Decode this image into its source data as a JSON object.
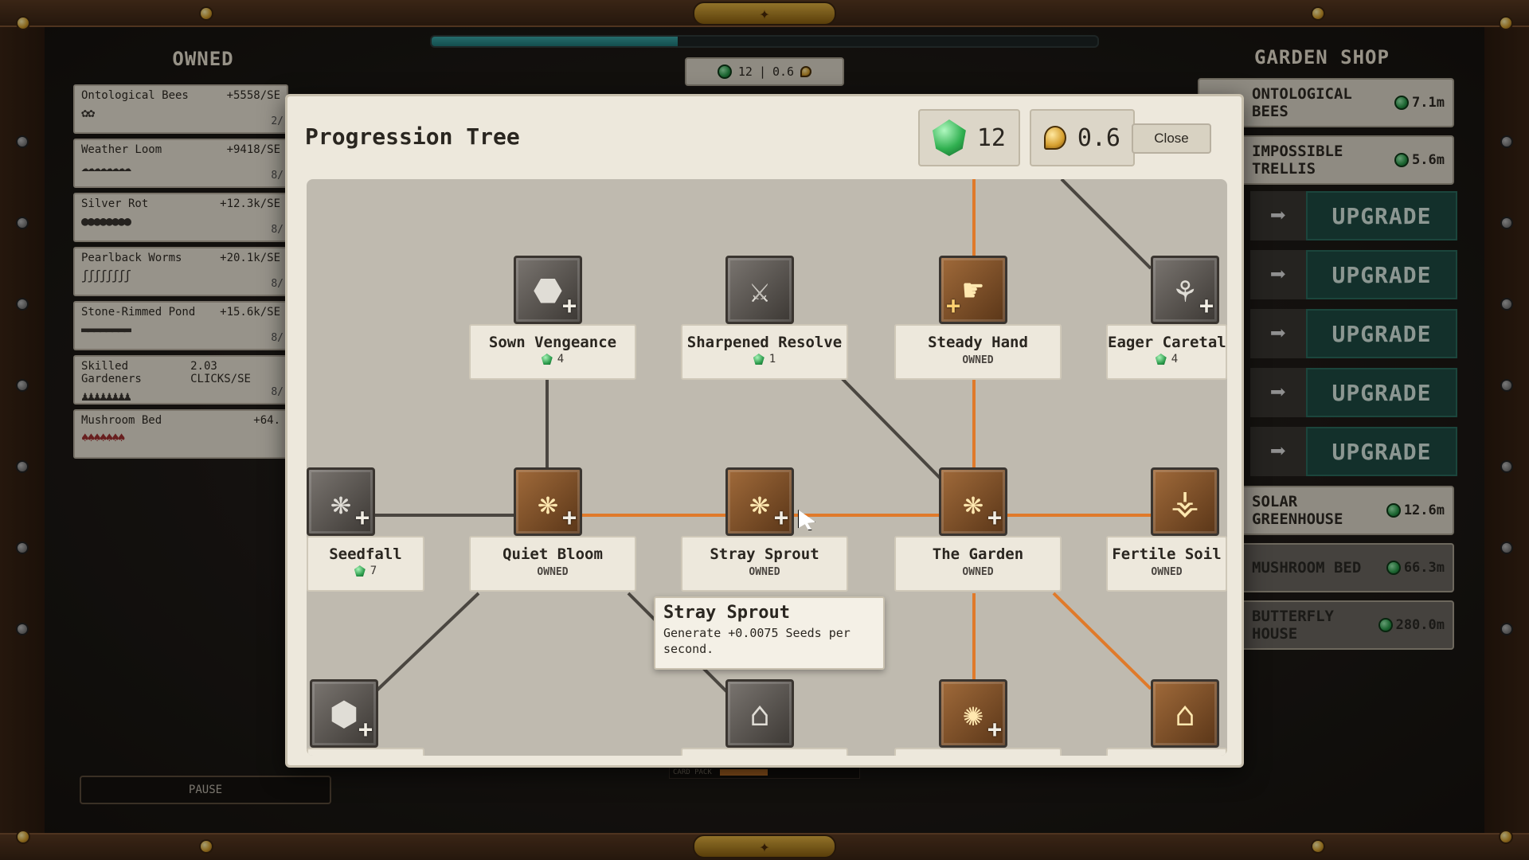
{
  "owned": {
    "title": "OWNED",
    "items": [
      {
        "name": "Ontological Bees",
        "rate": "+5558/SE",
        "count": "2/",
        "sprites": "✿✿"
      },
      {
        "name": "Weather Loom",
        "rate": "+9418/SE",
        "count": "8/",
        "sprites": "☁☁☁☁☁☁☁☁"
      },
      {
        "name": "Silver Rot",
        "rate": "+12.3k/SE",
        "count": "8/",
        "sprites": "●●●●●●●●"
      },
      {
        "name": "Pearlback Worms",
        "rate": "+20.1k/SE",
        "count": "8/",
        "sprites": "ʃʃʃʃʃʃʃʃ"
      },
      {
        "name": "Stone-Rimmed Pond",
        "rate": "+15.6k/SE",
        "count": "8/",
        "sprites": "▬▬▬▬▬▬▬▬"
      },
      {
        "name": "Skilled Gardeners",
        "rate": "2.03 CLICKS/SE",
        "count": "8/",
        "sprites": "♟♟♟♟♟♟♟♟"
      },
      {
        "name": "Mushroom Bed",
        "rate": "+64.",
        "count": "",
        "sprites": "♠♠♠♠♠♠♠"
      }
    ],
    "pause_label": "PAUSE"
  },
  "topbar": {
    "progress": 0.37,
    "gems": "12",
    "separator": "|",
    "seeds": "0.6"
  },
  "shop": {
    "title": "GARDEN SHOP",
    "items": [
      {
        "name": "ONTOLOGICAL BEES",
        "price": "7.1m"
      },
      {
        "name": "IMPOSSIBLE TRELLIS",
        "price": "5.6m"
      }
    ],
    "upgrade_label": "UPGRADE",
    "upgrade_arrow": "➡",
    "locked_items": [
      {
        "name": "SOLAR GREENHOUSE",
        "price": "12.6m"
      },
      {
        "name": "MUSHROOM BED",
        "price": "66.3m"
      },
      {
        "name": "BUTTERFLY HOUSE",
        "price": "280.0m"
      }
    ]
  },
  "modal": {
    "title": "Progression Tree",
    "gems": "12",
    "seeds": "0.6",
    "close_label": "Close",
    "nodes": [
      {
        "id": "sown-vengeance",
        "name": "Sown Vengeance",
        "cost": "4",
        "status": "",
        "icon": "⬣",
        "style": "gray"
      },
      {
        "id": "sharpened-resolve",
        "name": "Sharpened Resolve",
        "cost": "1",
        "status": "",
        "icon": "⚔",
        "style": "gray"
      },
      {
        "id": "steady-hand",
        "name": "Steady Hand",
        "cost": "",
        "status": "OWNED",
        "icon": "☛",
        "style": "brown"
      },
      {
        "id": "eager-caretaker",
        "name": "Eager Caretal",
        "cost": "4",
        "status": "",
        "icon": "⚘",
        "style": "gray"
      },
      {
        "id": "seedfall",
        "name": "Seedfall",
        "cost": "7",
        "status": "",
        "icon": "❋",
        "style": "gray"
      },
      {
        "id": "quiet-bloom",
        "name": "Quiet Bloom",
        "cost": "",
        "status": "OWNED",
        "icon": "❋",
        "style": "brown"
      },
      {
        "id": "stray-sprout",
        "name": "Stray Sprout",
        "cost": "",
        "status": "OWNED",
        "icon": "❋",
        "style": "brown"
      },
      {
        "id": "the-garden",
        "name": "The Garden",
        "cost": "",
        "status": "OWNED",
        "icon": "❋",
        "style": "brown"
      },
      {
        "id": "fertile-soil",
        "name": "Fertile Soil",
        "cost": "",
        "status": "OWNED",
        "icon": "⚶",
        "style": "brown"
      },
      {
        "id": "bottom-1",
        "name": "",
        "cost": "",
        "status": "",
        "icon": "⬢",
        "style": "gray"
      },
      {
        "id": "bottom-2",
        "name": "",
        "cost": "",
        "status": "",
        "icon": "⌂",
        "style": "gray"
      },
      {
        "id": "bottom-3",
        "name": "",
        "cost": "",
        "status": "",
        "icon": "✺",
        "style": "brown"
      },
      {
        "id": "bottom-4",
        "name": "",
        "cost": "",
        "status": "",
        "icon": "⌂",
        "style": "brown"
      }
    ],
    "tooltip": {
      "title": "Stray Sprout",
      "description": "Generate +0.0075 Seeds per second."
    }
  },
  "card_pack": {
    "label": "CARD PACK"
  },
  "colors": {
    "owned_line": "#e07a2a",
    "unowned_line": "#4a4640",
    "upgrade_bg": "#1e4a42"
  }
}
